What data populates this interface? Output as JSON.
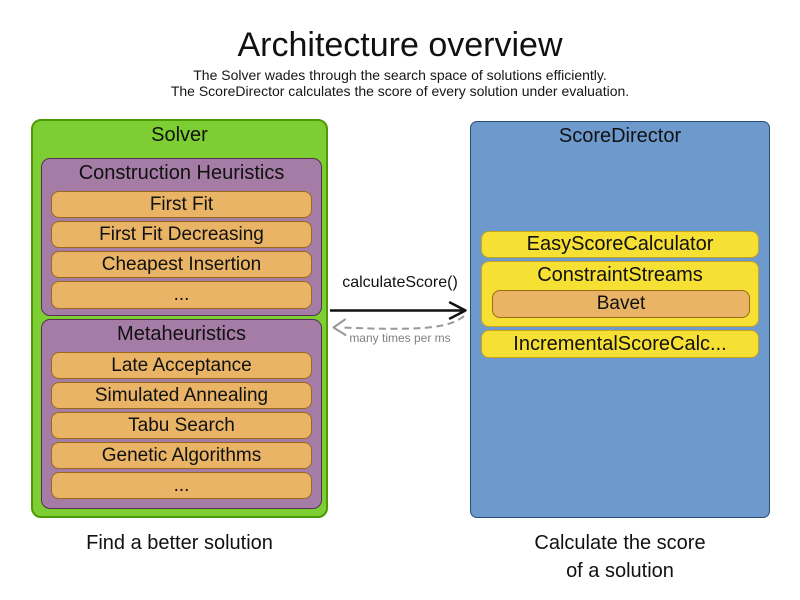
{
  "title": "Architecture overview",
  "subtitle": {
    "line1": "The Solver wades through the search space of solutions efficiently.",
    "line2": "The ScoreDirector calculates the score of every solution under evaluation."
  },
  "solver": {
    "title": "Solver",
    "caption": "Find a better solution",
    "groups": [
      {
        "title": "Construction Heuristics",
        "items": [
          "First Fit",
          "First Fit Decreasing",
          "Cheapest Insertion",
          "..."
        ]
      },
      {
        "title": "Metaheuristics",
        "items": [
          "Late Acceptance",
          "Simulated Annealing",
          "Tabu Search",
          "Genetic Algorithms",
          "..."
        ]
      }
    ]
  },
  "scoreDirector": {
    "title": "ScoreDirector",
    "caption": {
      "line1": "Calculate the score",
      "line2": "of a solution"
    },
    "calculators": [
      "EasyScoreCalculator",
      "ConstraintStreams",
      "IncrementalScoreCalc..."
    ],
    "constraintStreamsImpl": "Bavet"
  },
  "interaction": {
    "call": "calculateScore()",
    "frequency": "many times per ms"
  },
  "colors": {
    "solver_fill": "#7dce32",
    "solver_border": "#4e9a06",
    "group_fill": "#a57ca5",
    "group_border": "#553055",
    "item_fill": "#e9b466",
    "item_border": "#9c6a14",
    "director_fill": "#6e99cd",
    "director_border": "#2a4d78",
    "calculator_fill": "#f6e033",
    "calculator_border": "#c8a618",
    "arrow_black": "#111111",
    "arrow_gray": "#999999",
    "frequency_text": "#808080"
  }
}
